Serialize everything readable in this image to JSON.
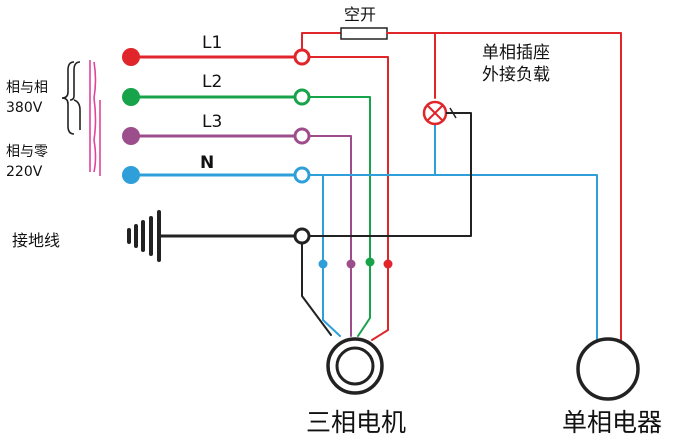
{
  "labels": {
    "breaker": "空开",
    "socket_line1": "单相插座",
    "socket_line2": "外接负载",
    "line_to_line_1": "相与相",
    "line_to_line_2": "380V",
    "line_to_neutral_1": "相与零",
    "line_to_neutral_2": "220V",
    "ground": "接地线",
    "motor": "三相电机",
    "appliance": "单相电器"
  },
  "wires": [
    {
      "id": "L1",
      "label": "L1",
      "color": "#e0252b"
    },
    {
      "id": "L2",
      "label": "L2",
      "color": "#17a34a"
    },
    {
      "id": "L3",
      "label": "L3",
      "color": "#9c4d8c"
    },
    {
      "id": "N",
      "label": "N",
      "color": "#2e9fd8"
    }
  ],
  "colors": {
    "ground": "#222222",
    "bracket": "#222222",
    "pink_bracket": "#e0459c",
    "lamp": "#e0252b"
  }
}
